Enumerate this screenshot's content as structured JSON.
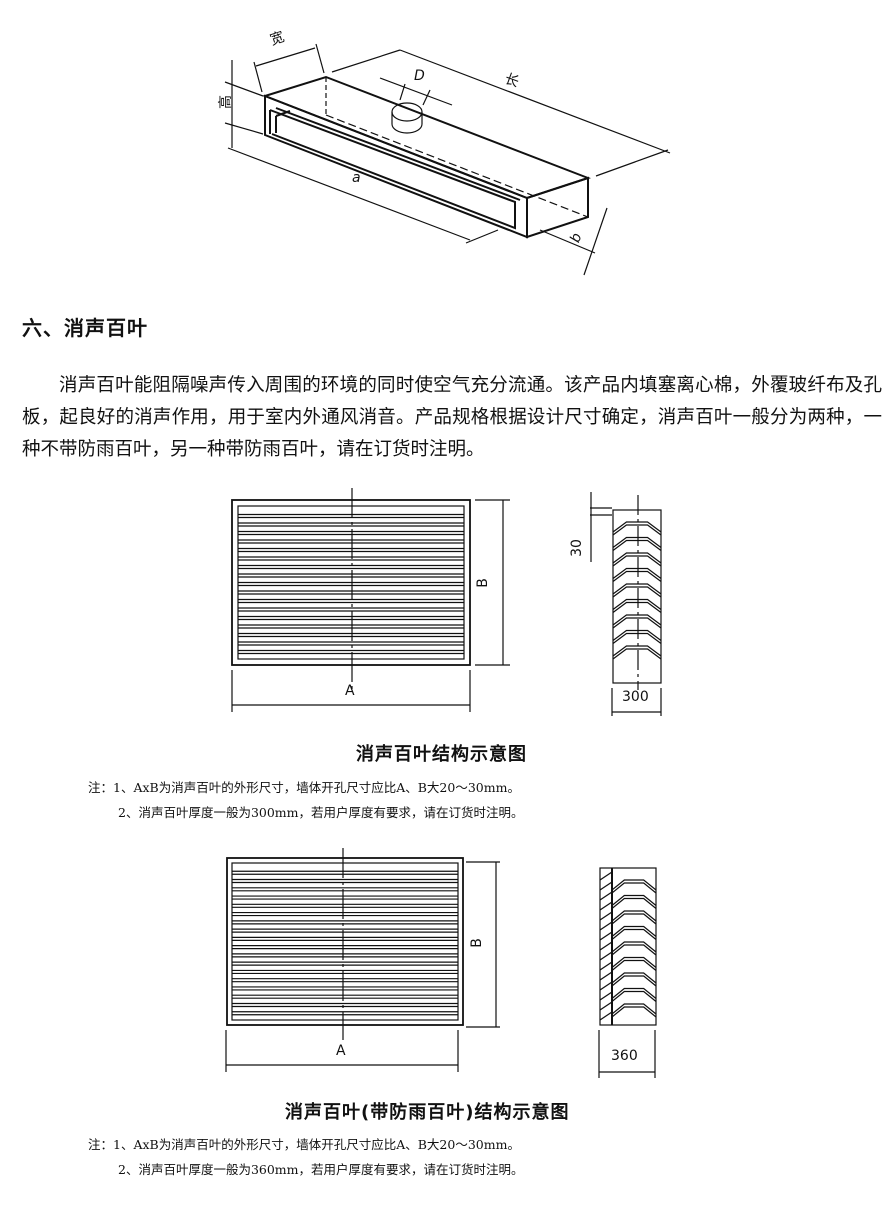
{
  "figure_top": {
    "labels": {
      "width": "宽",
      "height": "高",
      "length": "长",
      "diameter": "D",
      "a": "a",
      "b": "b"
    }
  },
  "section": {
    "heading": "六、消声百叶",
    "paragraph": "消声百叶能阻隔噪声传入周围的环境的同时使空气充分流通。该产品内填塞离心棉，外覆玻纤布及孔板，起良好的消声作用，用于室内外通风消音。产品规格根据设计尺寸确定，消声百叶一般分为两种，一种不带防雨百叶，另一种带防雨百叶，请在订货时注明。"
  },
  "figure1": {
    "label_a": "A",
    "label_b": "B",
    "label_30": "30",
    "label_depth": "300",
    "caption": "消声百叶结构示意图",
    "note1": "注：1、AxB为消声百叶的外形尺寸，墙体开孔尺寸应比A、B大20～30mm。",
    "note2": "2、消声百叶厚度一般为300mm，若用户厚度有要求，请在订货时注明。"
  },
  "figure2": {
    "label_a": "A",
    "label_b": "B",
    "label_depth": "360",
    "caption": "消声百叶(带防雨百叶)结构示意图",
    "note1": "注：1、AxB为消声百叶的外形尺寸，墙体开孔尺寸应比A、B大20～30mm。",
    "note2": "2、消声百叶厚度一般为360mm，若用户厚度有要求，请在订货时注明。"
  }
}
